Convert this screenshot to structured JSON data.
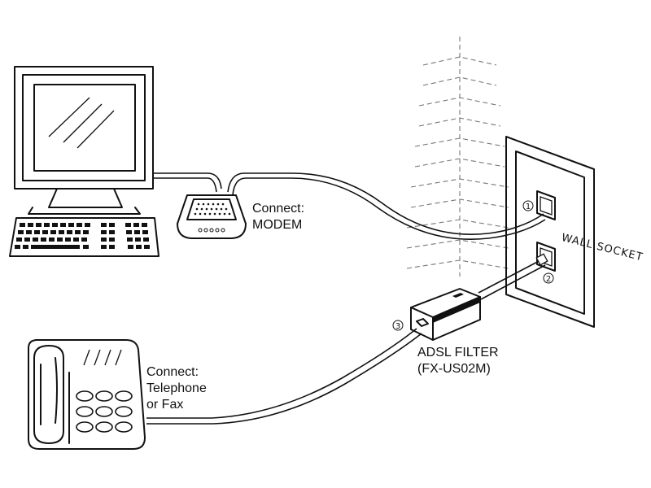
{
  "labels": {
    "modem": [
      "Connect:",
      "MODEM"
    ],
    "telephone": [
      "Connect:",
      "Telephone",
      "or Fax"
    ],
    "filter": [
      "ADSL FILTER",
      "(FX-US02M)"
    ],
    "wall_socket": "WALL SOCKET",
    "port_numbers": [
      "1",
      "2",
      "3"
    ]
  },
  "icons": [
    "computer-monitor-icon",
    "keyboard-icon",
    "modem-icon",
    "wall-socket-icon",
    "adsl-filter-icon",
    "telephone-icon"
  ]
}
